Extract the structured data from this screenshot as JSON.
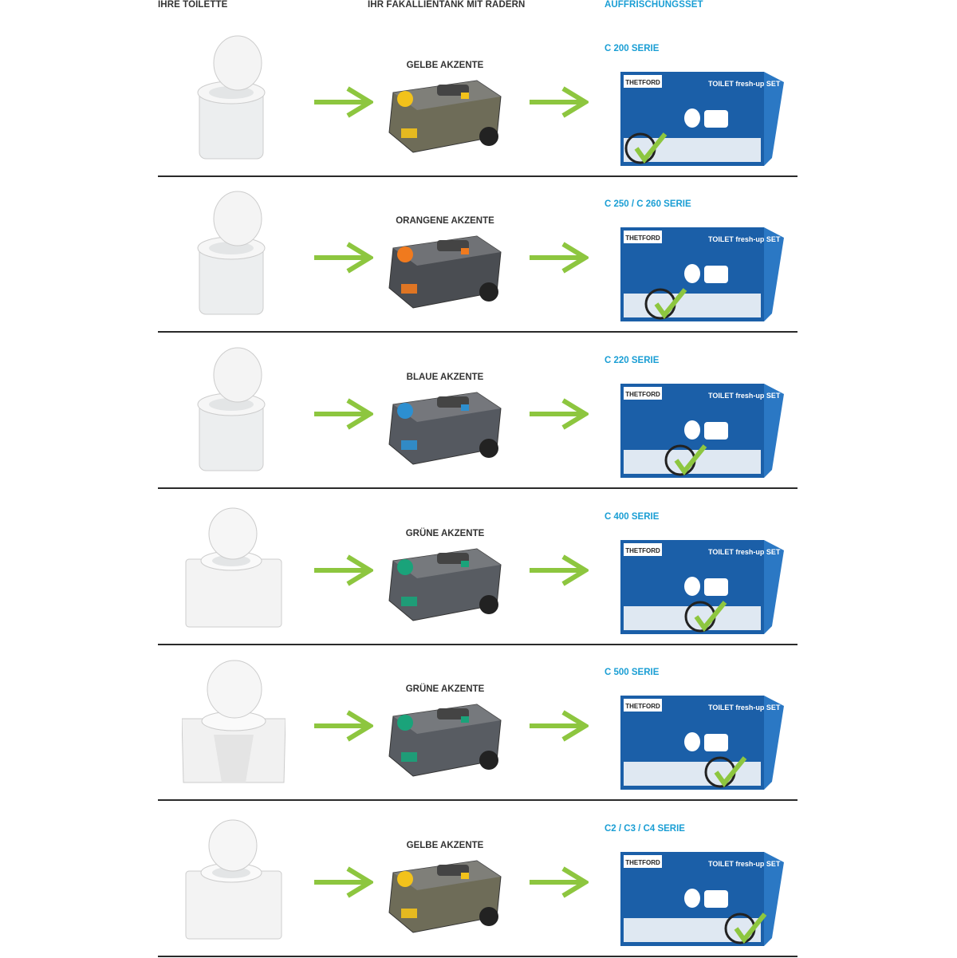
{
  "headers": {
    "toilet": "IHRE TOILETTE",
    "tank": "IHR FÄKALLIENTANK MIT RÄDERN",
    "set": "AUFFRISCHUNGSSET"
  },
  "colors": {
    "accent_blue": "#1a9ed4",
    "arrow_green": "#8dc63f",
    "box_blue": "#1b5fa8"
  },
  "box_text": {
    "brand": "THETFORD",
    "title": "TOILET fresh-up SET"
  },
  "rows": [
    {
      "tank_label": "GELBE AKZENTE",
      "set_label": "C 200 SERIE",
      "accent": "#f2c21b",
      "body": "#6e6c58",
      "toilet": "tall"
    },
    {
      "tank_label": "ORANGENE AKZENTE",
      "set_label": "C 250 / C 260 SERIE",
      "accent": "#f07a1e",
      "body": "#4a4d52",
      "toilet": "tall"
    },
    {
      "tank_label": "BLAUE AKZENTE",
      "set_label": "C 220 SERIE",
      "accent": "#2d8fd0",
      "body": "#555960",
      "toilet": "tall"
    },
    {
      "tank_label": "GRÜNE AKZENTE",
      "set_label": "C 400 SERIE",
      "accent": "#1aa37a",
      "body": "#585c62",
      "toilet": "cabinet"
    },
    {
      "tank_label": "GRÜNE AKZENTE",
      "set_label": "C 500 SERIE",
      "accent": "#1aa37a",
      "body": "#585c62",
      "toilet": "wide"
    },
    {
      "tank_label": "GELBE AKZENTE",
      "set_label": "C2 / C3 / C4 SERIE",
      "accent": "#f2c21b",
      "body": "#6e6c58",
      "toilet": "cabinet"
    }
  ]
}
